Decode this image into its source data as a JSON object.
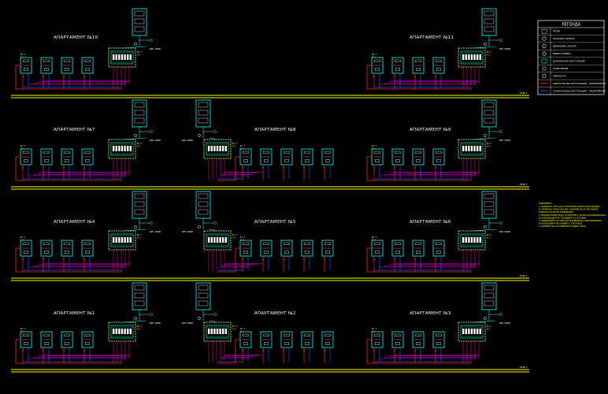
{
  "drawing": {
    "background": "#000000",
    "colors": {
      "rail": "#ffff00",
      "cyan": "#00ffff",
      "red": "#ff2020",
      "magenta": "#ff00ff",
      "blue": "#3050ff",
      "white": "#ffffff",
      "green": "#00ff60"
    }
  },
  "apartments": [
    {
      "id": "apt10",
      "label": "АПАРТАМЕНТ №10",
      "side": "left"
    },
    {
      "id": "apt11",
      "label": "АПАРТАМЕНТ №11",
      "side": "right"
    },
    {
      "id": "apt7",
      "label": "АПАРТАМЕНТ №7",
      "side": "left"
    },
    {
      "id": "apt8",
      "label": "АПАРТАМЕНТ №8",
      "side": "mid"
    },
    {
      "id": "apt9",
      "label": "АПАРТАМЕНТ №9",
      "side": "right"
    },
    {
      "id": "apt4",
      "label": "АПАРТАМЕНТ №4",
      "side": "left"
    },
    {
      "id": "apt5",
      "label": "АПАРТАМЕНТ №5",
      "side": "mid"
    },
    {
      "id": "apt6",
      "label": "АПАРТАМЕНТ №6",
      "side": "right"
    },
    {
      "id": "apt1",
      "label": "АПАРТАМЕНТ №1",
      "side": "left"
    },
    {
      "id": "apt2",
      "label": "АПАРТАМЕНТ №2",
      "side": "mid"
    },
    {
      "id": "apt3",
      "label": "АПАРТАМЕНТ №3",
      "side": "right"
    }
  ],
  "legend": {
    "title": "ЛЕГЕНДА",
    "items": [
      {
        "icon": "router-icon",
        "label": "РУТЪР"
      },
      {
        "icon": "smoke-sensor-icon",
        "label": "ПОЖАРЕН СЕНЗОР"
      },
      {
        "icon": "motion-sensor-icon",
        "label": "ДВИЖЕНИЕ СЕНЗОР"
      },
      {
        "icon": "camera-icon",
        "label": "ВИДЕО КАМЕРА"
      },
      {
        "icon": "intercom-icon",
        "label": "ДОМОФОННА ИНСТАЛАЦИЯ"
      },
      {
        "icon": "lamp-icon",
        "label": "ОСВЕТЛЕНИЕ"
      },
      {
        "icon": "thermostat-icon",
        "label": "ТЕРМОСТАТ"
      },
      {
        "icon": "red-line-icon",
        "label": "СИЛНОТОКОВА ИНСТАЛАЦИЯ - ПРОЕКТИРАНА"
      },
      {
        "icon": "blue-line-icon",
        "label": "СЛАБОТОКОВА ИНСТАЛАЦИЯ - ПРОЕКТИРАНА"
      }
    ]
  },
  "notes": {
    "heading": "ЗАБЕЛЕЖКИ:",
    "lines": [
      "1. КАБЕЛНАТА ТРАСА ДА СЕ ИЗПЪЛНИ СКРИТО ПОД МАЗИЛКА",
      "   В ГОФРИРАНА ТРЪБА Ф16 ММ. ЗАЗЕМЯВАНЕ НА МЕТАЛНИТЕ",
      "   КОРПУСИ СЪГЛАСНО ПРАВИЛНИКА.",
      "2. ВСИЧКИ ЕЛЕМЕНТИ ДА СЕ МОНТИРАТ СЪГЛАСНО ИЗИСКВАНИЯТА",
      "   НА ПРОИЗВОДИТЕЛЯ. ПОЗИЦИИТЕ СА УСЛОВНИ.",
      "3. СВЪРЗВАНЕТО НА ТАБЛАТА СЕ ИЗВЪРШВА СЛЕД ИЗПИТВАНЕ",
      "   НА ИЗОЛАЦИЯТА НА ЛИНИИТЕ С ПРОТОКОЛ.",
      "4. КАБЕЛИТЕ ДА СЕ ЕТИКЕТИРАТ В ДВАТА КРАЯ."
    ]
  },
  "labels": {
    "switch_note": "КЪМ ТАБЛО",
    "device_tag": "Ел.Т",
    "line_tag": "Л-1",
    "floor_tag": "ЕТАЖ"
  },
  "floors": [
    {
      "id": "floor4",
      "tag": "ЕТАЖ 4"
    },
    {
      "id": "floor3",
      "tag": "ЕТАЖ 3"
    },
    {
      "id": "floor2",
      "tag": "ЕТАЖ 2"
    },
    {
      "id": "floor1",
      "tag": "ЕТАЖ 1"
    }
  ]
}
